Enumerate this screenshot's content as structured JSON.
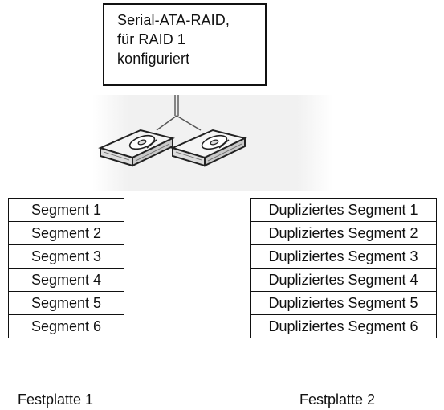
{
  "raid_box": {
    "line1": "Serial-ATA-RAID,",
    "line2": "für RAID 1",
    "line3": "konfiguriert"
  },
  "disk1": {
    "segments": [
      "Segment 1",
      "Segment 2",
      "Segment 3",
      "Segment 4",
      "Segment 5",
      "Segment 6"
    ],
    "label": "Festplatte 1"
  },
  "disk2": {
    "segments": [
      "Dupliziertes Segment 1",
      "Dupliziertes Segment 2",
      "Dupliziertes Segment 3",
      "Dupliziertes Segment 4",
      "Dupliziertes Segment 5",
      "Dupliziertes Segment 6"
    ],
    "label": "Festplatte 2"
  },
  "icons": {
    "drive_left": "hard-drive-icon",
    "drive_right": "hard-drive-icon"
  }
}
